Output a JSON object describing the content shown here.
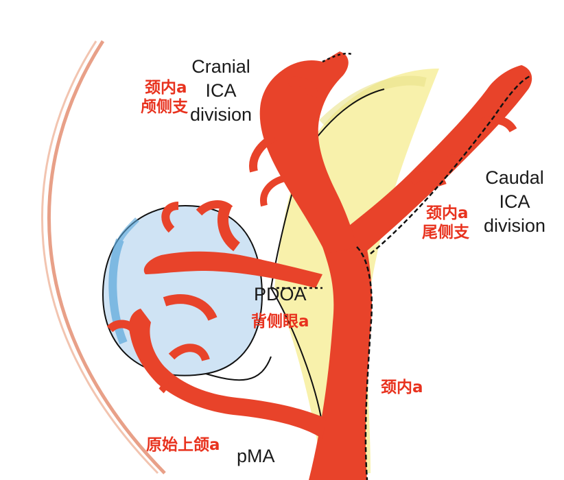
{
  "labels": {
    "cranial_line1": "Cranial",
    "cranial_line2": "ICA",
    "cranial_line3": "division",
    "cranial_cn_line1": "颈内a",
    "cranial_cn_line2": "颅侧支",
    "caudal_line1": "Caudal",
    "caudal_line2": "ICA",
    "caudal_line3": "division",
    "caudal_cn_line1": "颈内a",
    "caudal_cn_line2": "尾侧支",
    "pdoa": "PDOA",
    "pdoa_cn": "背侧眼a",
    "ica_cn": "颈内a",
    "pma": "pMA",
    "pma_cn": "原始上颌a"
  }
}
